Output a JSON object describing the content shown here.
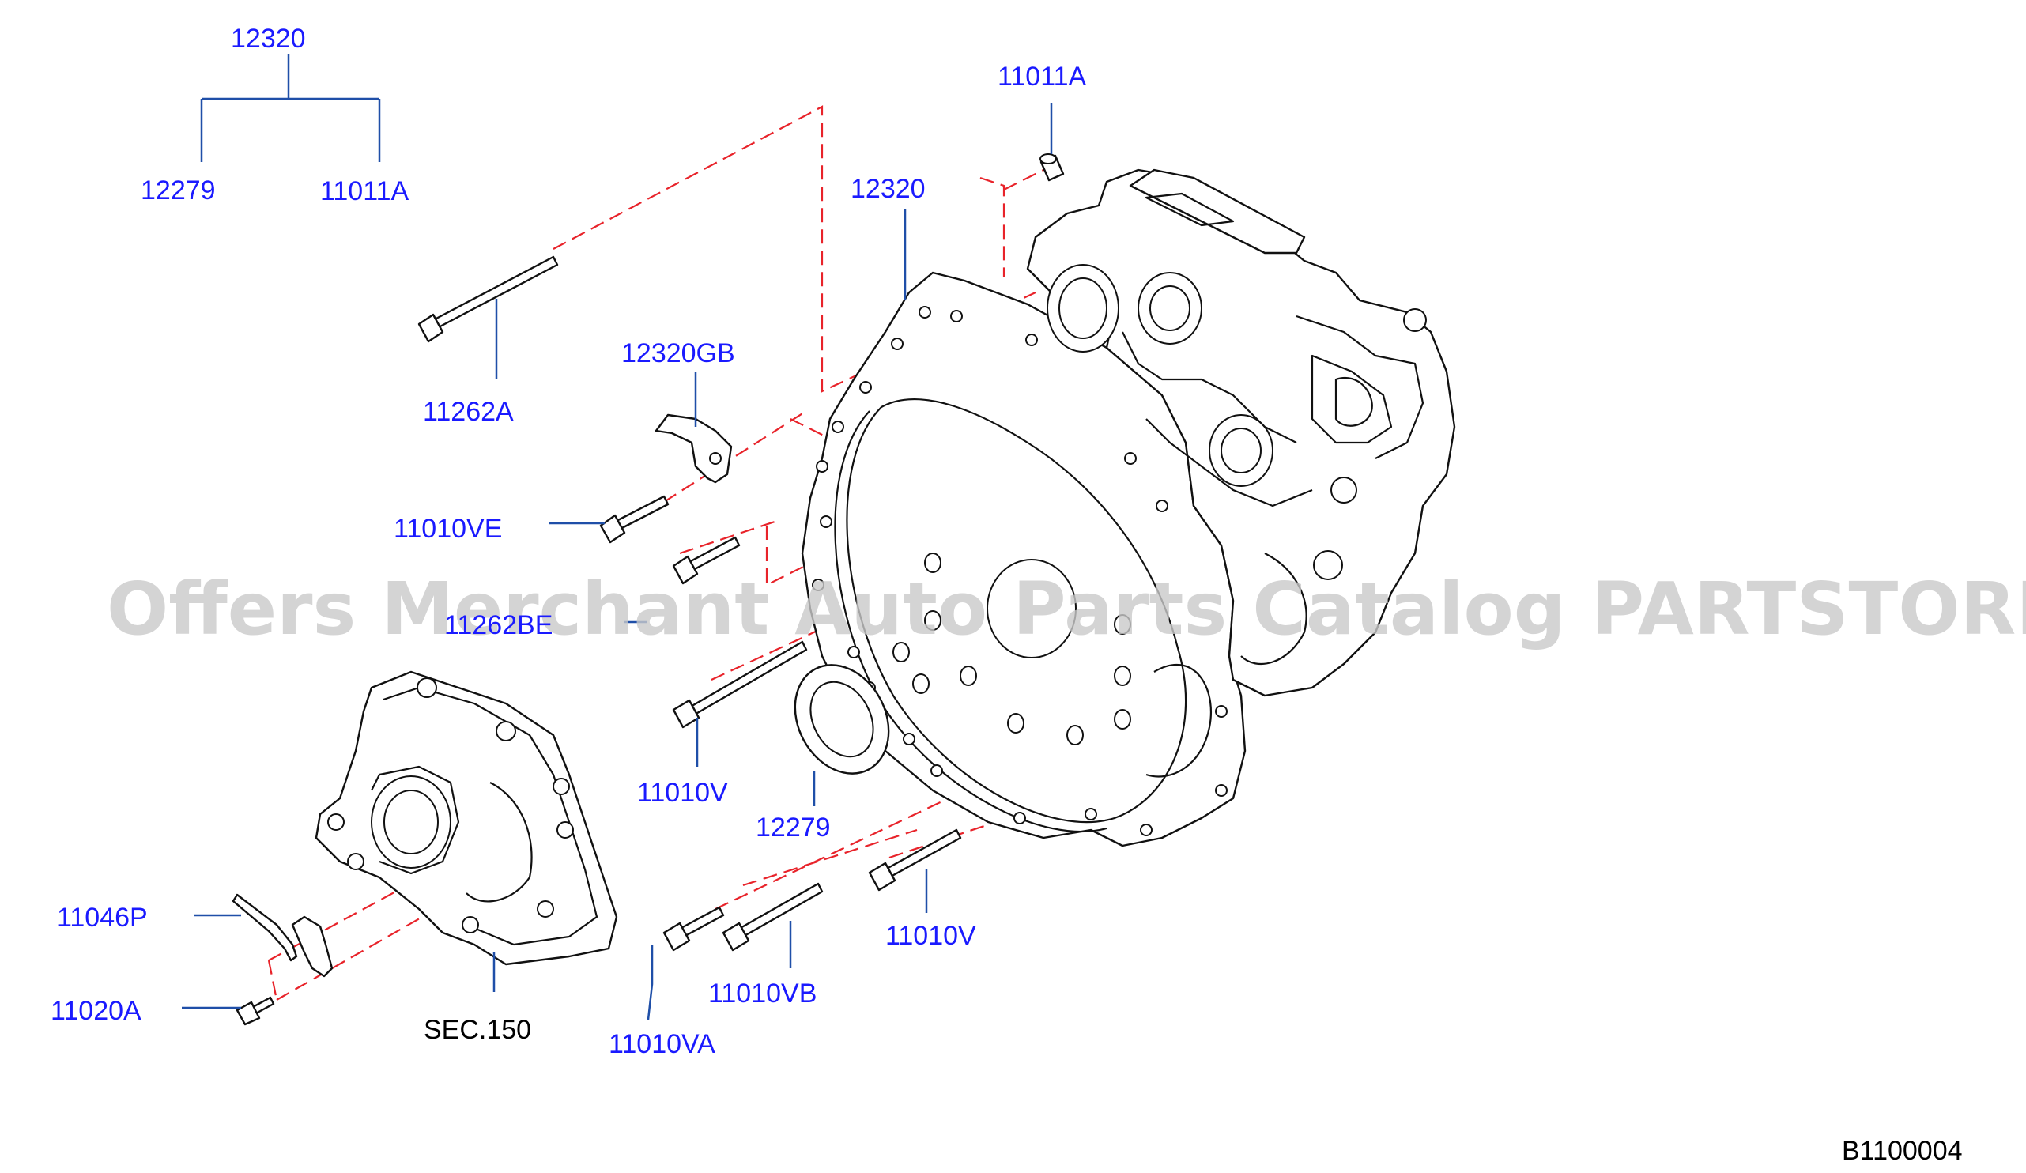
{
  "labels": {
    "group_12320": "12320",
    "group_child_12279": "12279",
    "group_child_11011A": "11011A",
    "dowel_11011A": "11011A",
    "housing_12320": "12320",
    "bolt_11262A": "11262A",
    "bracket_12320GB": "12320GB",
    "bolt_11010VE": "11010VE",
    "bolt_11262BE": "11262BE",
    "bolt_11010V_mid": "11010V",
    "seal_12279": "12279",
    "tube_11046P": "11046P",
    "bolt_11020A": "11020A",
    "sec_150": "SEC.150",
    "bolt_11010VA": "11010VA",
    "bolt_11010VB": "11010VB",
    "bolt_11010V_low": "11010V",
    "diagram_code": "B1100004"
  },
  "watermark": "Offers Merchant Auto Parts Catalog PARTSTORE.SA",
  "colors": {
    "label_blue": "#1a1aff",
    "leader_blue": "#1f4fa8",
    "dash_red": "#e8232a",
    "watermark_gray": "#c9c9c9"
  }
}
